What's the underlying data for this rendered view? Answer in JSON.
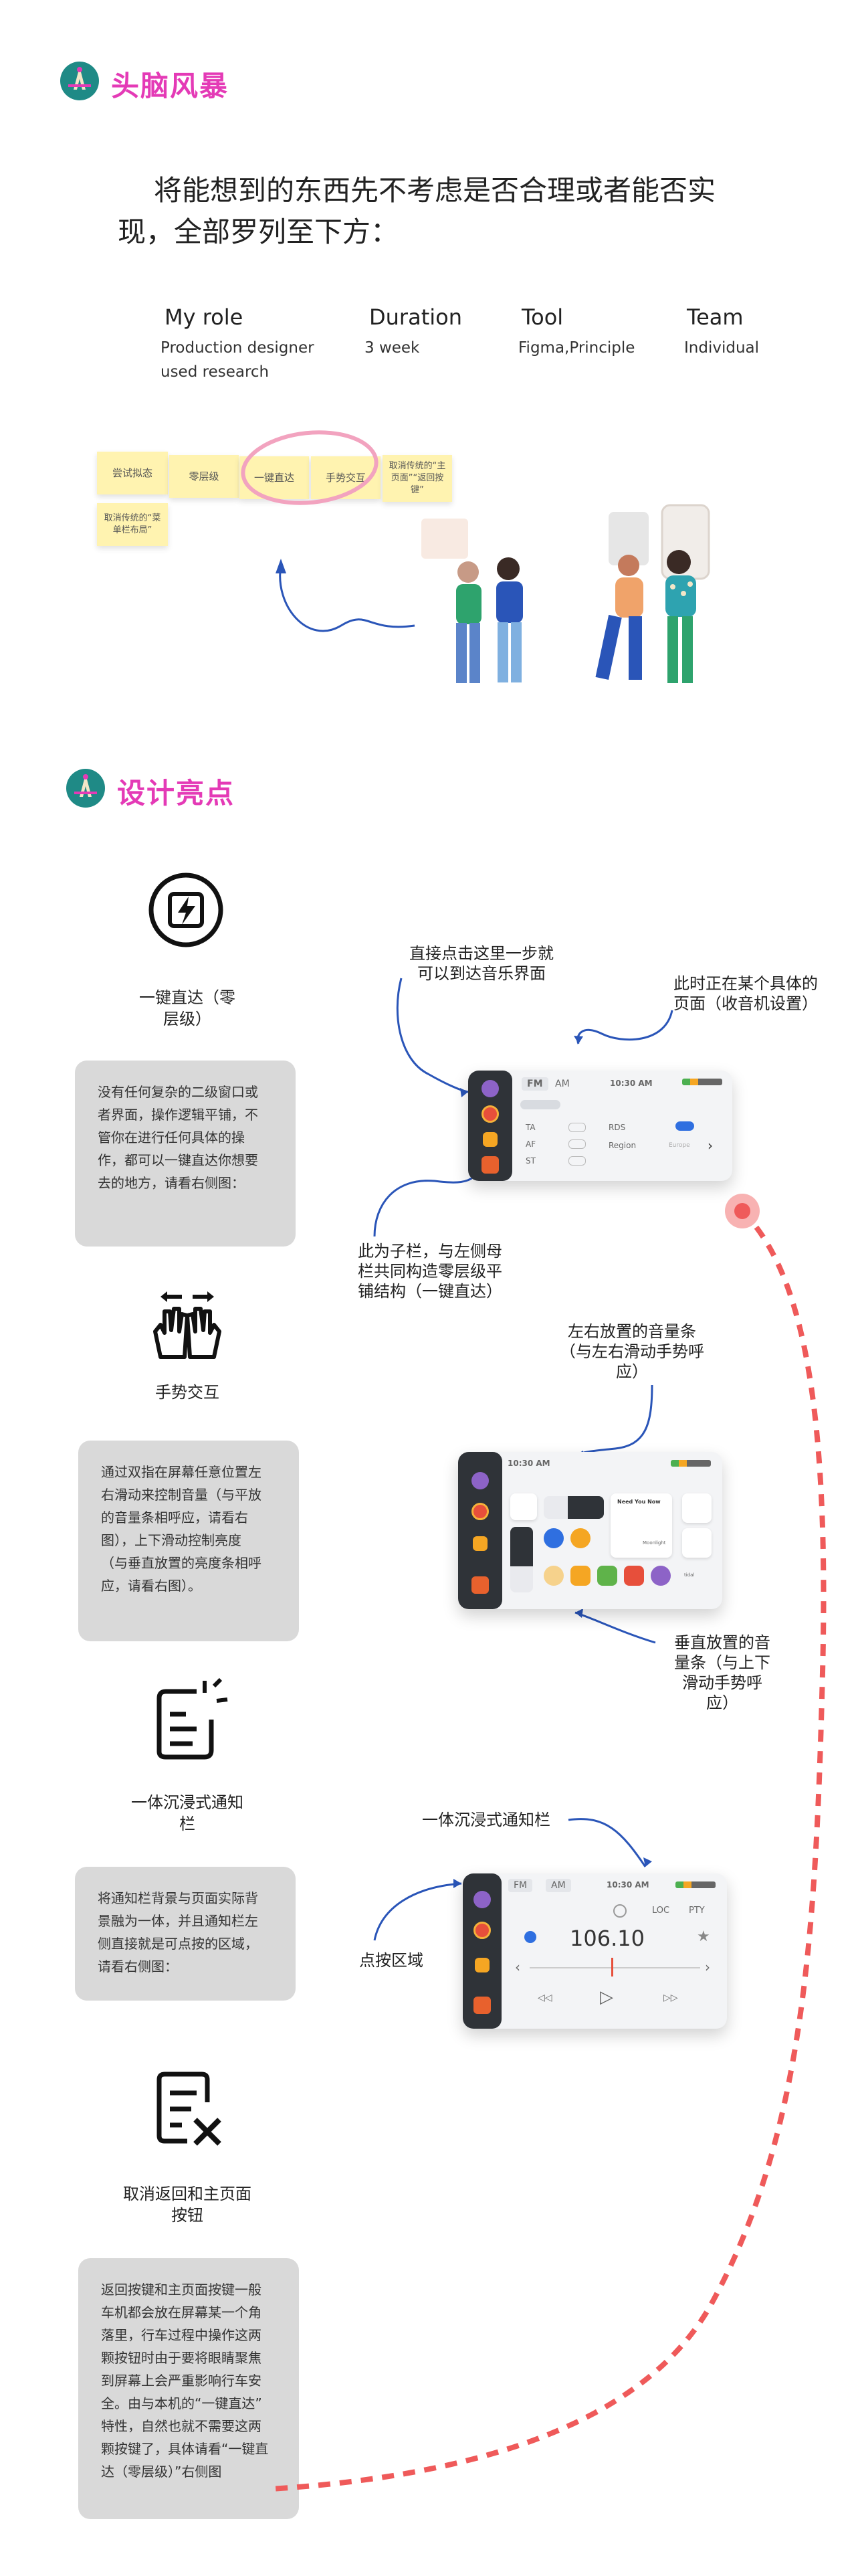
{
  "brainstorm": {
    "title": "头脑风暴",
    "intro_line1": "将能想到的东西先不考虑是否合理或者能否实",
    "intro_line2": "现，全部罗列至下方："
  },
  "meta": [
    {
      "heading": "My role",
      "values": [
        "Production designer",
        "used research"
      ]
    },
    {
      "heading": "Duration",
      "values": [
        "3 week"
      ]
    },
    {
      "heading": "Tool",
      "values": [
        "Figma,Principle"
      ]
    },
    {
      "heading": "Team",
      "values": [
        "Individual"
      ]
    }
  ],
  "stickies": [
    "尝试拟态",
    "零层级",
    "一键直达",
    "手势交互",
    "取消传统的“主页面”“返回按键”",
    "取消传统的“菜单栏布局”"
  ],
  "highlights": {
    "title": "设计亮点",
    "features": [
      {
        "icon": "lightning-circle-icon",
        "title_line1": "一键直达（零",
        "title_line2": "层级）",
        "desc": [
          "没有任何复杂的二级窗口或",
          "者界面，操作逻辑平铺，不",
          "管你在进行任何具体的操",
          "作，都可以一键直达你想要",
          "去的地方，请看右侧图："
        ]
      },
      {
        "icon": "hands-gesture-icon",
        "title_line1": "手势交互",
        "title_line2": "",
        "desc": [
          "通过双指在屏幕任意位置左",
          "右滑动来控制音量（与平放",
          "的音量条相呼应，请看右",
          "图），上下滑动控制亮度",
          "（与垂直放置的亮度条相呼",
          "应，请看右图）。"
        ]
      },
      {
        "icon": "notification-list-icon",
        "title_line1": "一体沉浸式通知",
        "title_line2": "栏",
        "desc": [
          "将通知栏背景与页面实际背",
          "景融为一体，并且通知栏左",
          "侧直接就是可点按的区域，",
          "请看右侧图："
        ]
      },
      {
        "icon": "cancel-list-icon",
        "title_line1": "取消返回和主页面",
        "title_line2": "按钮",
        "desc": [
          "返回按键和主页面按键一般",
          "车机都会放在屏幕某一个角",
          "落里，行车过程中操作这两",
          "颗按钮时由于要将眼睛聚焦",
          "到屏幕上会严重影响行车安",
          "全。由与本机的“一键直达”",
          "特性，自然也就不需要这两",
          "颗按键了，具体请看“一键直",
          "达（零层级）”右侧图"
        ]
      }
    ]
  },
  "annotations": {
    "a1": [
      "直接点击这里一步就",
      "可以到达音乐界面"
    ],
    "a2": [
      "此时正在某个具体的",
      "页面（收音机设置）"
    ],
    "a3": [
      "此为子栏，与左侧母",
      "栏共同构造零层级平",
      "铺结构（一键直达）"
    ],
    "a4": [
      "左右放置的音量条",
      "（与左右滑动手势呼",
      "应）"
    ],
    "a5": [
      "垂直放置的音",
      "量条（与上下",
      "滑动手势呼",
      "应）"
    ],
    "a6": "一体沉浸式通知栏",
    "a7": "点按区域"
  },
  "screen1": {
    "tab_fm": "FM",
    "tab_am": "AM",
    "time": "10:30 AM",
    "ta": "TA",
    "af": "AF",
    "st": "ST",
    "rds": "RDS",
    "region": "Region",
    "region_val": "Europe",
    "arrow": "›"
  },
  "screen2": {
    "time": "10:30 AM",
    "card_title": "Need You Now",
    "app_label": "Moonlight",
    "tidal": "tidal"
  },
  "screen3": {
    "tab_fm": "FM",
    "tab_am": "AM",
    "time": "10:30 AM",
    "loc": "LOC",
    "pty": "PTY",
    "freq": "106.10",
    "left": "‹",
    "right": "›"
  },
  "colors": {
    "accent": "#e43ab6",
    "dash": "#ef5a5a",
    "line": "#2a55b8",
    "card": "#d9d9d9",
    "sticky": "#fff3b0"
  }
}
